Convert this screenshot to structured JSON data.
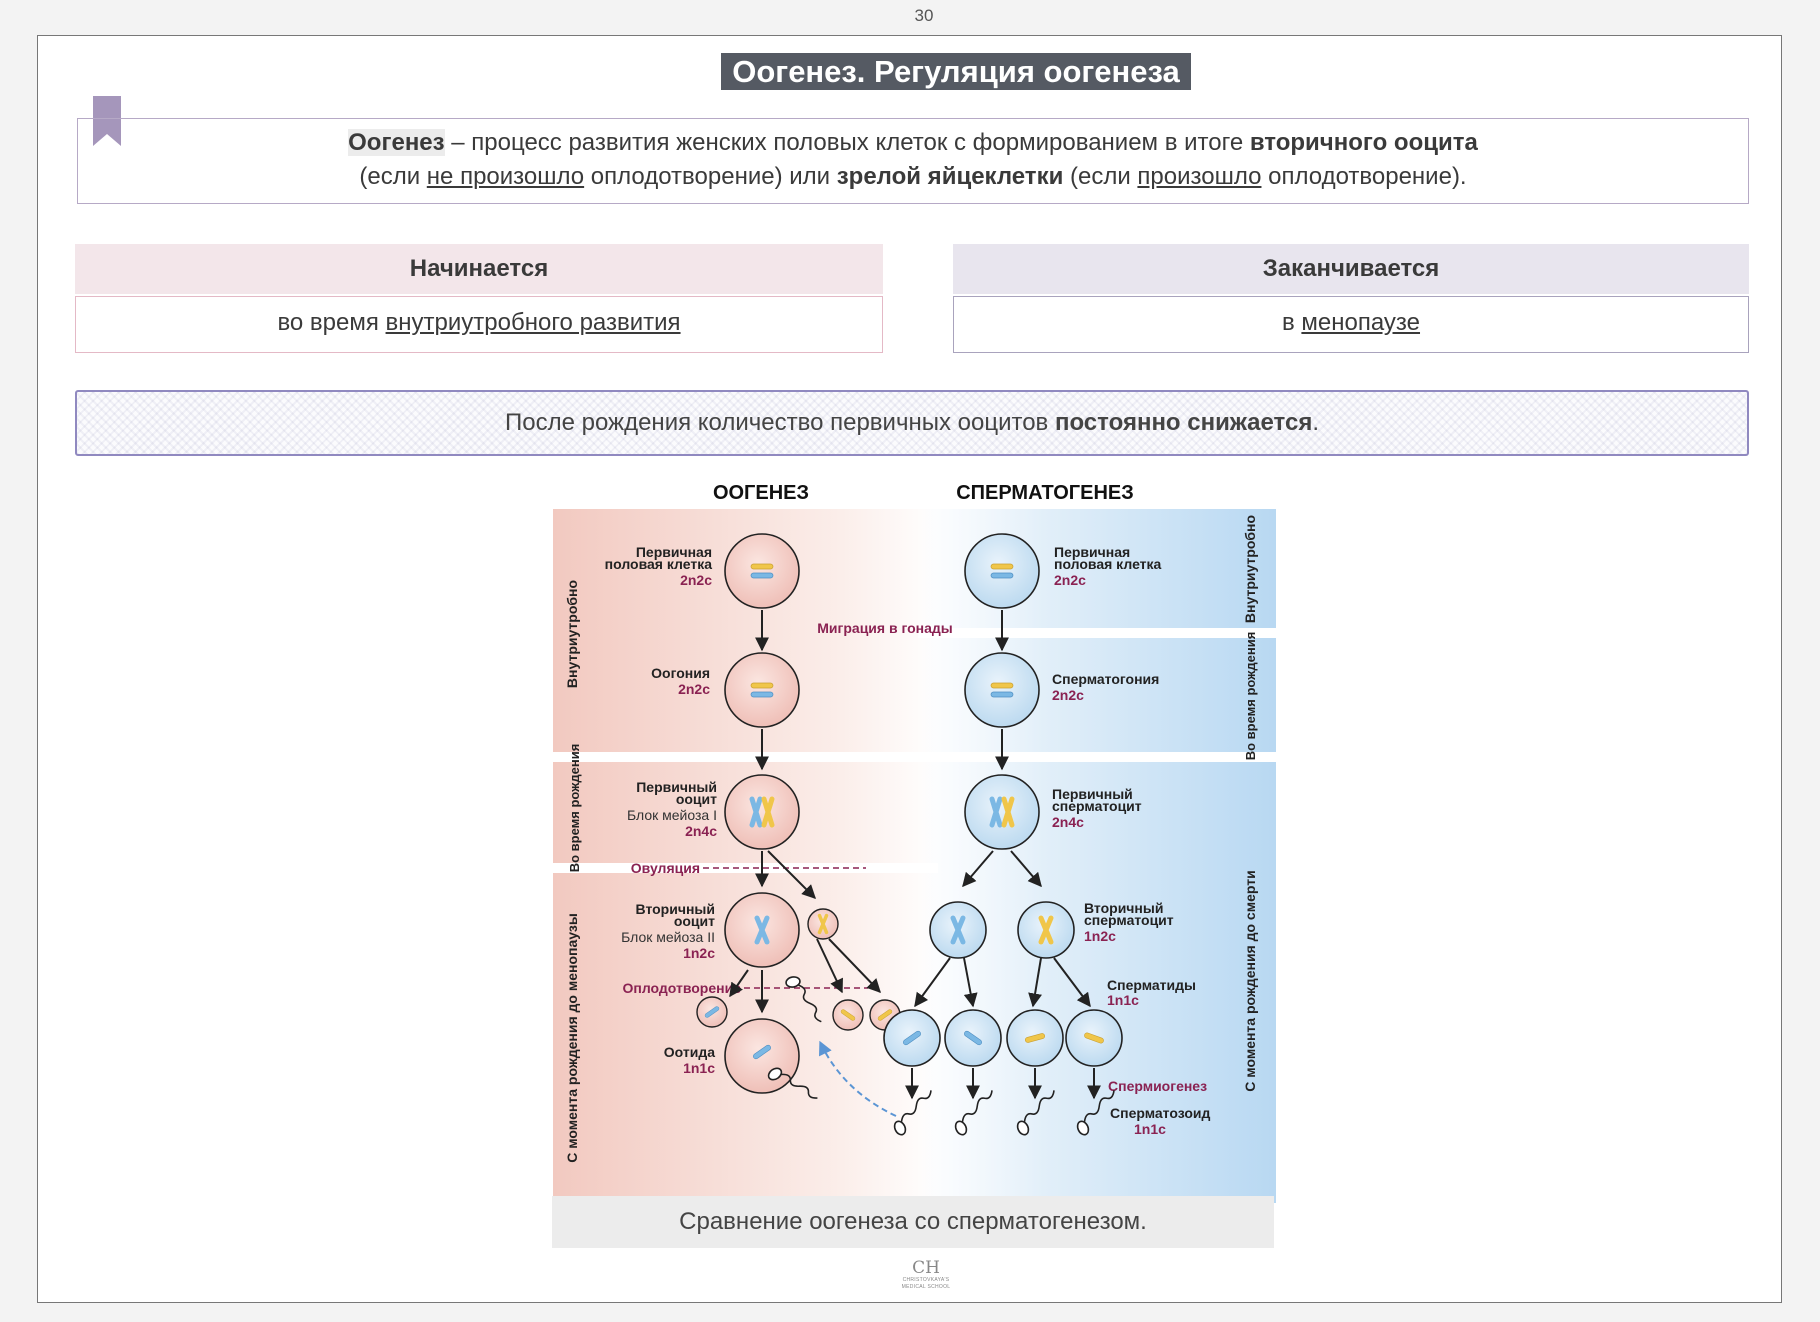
{
  "page_number": "30",
  "title": "Оогенез. Регуляция оогенеза",
  "definition": {
    "term": "Оогенез",
    "part1": " – процесс развития женских половых клеток с формированием в итоге ",
    "bold1": "вторичного ооцита",
    "part2": "(если ",
    "u1": "не произошло",
    "part3": " оплодотворение) или ",
    "bold2": "зрелой яйцеклетки",
    "part4": " (если ",
    "u2": "произошло",
    "part5": " оплодотворение)."
  },
  "starts": {
    "header": "Начинается",
    "prefix": "во время ",
    "underlined": "внутриутробного развития"
  },
  "ends": {
    "header": "Заканчивается",
    "prefix": "в ",
    "underlined": "менопаузе"
  },
  "note": {
    "text": "После рождения количество первичных ооцитов ",
    "bold": "постоянно снижается",
    "end": "."
  },
  "diagram": {
    "heading_left": "ООГЕНЕЗ",
    "heading_right": "СПЕРМАТОГЕНЕЗ",
    "left_periods": [
      "Внутриутробно",
      "Во время рождения",
      "С момента рождения до менопаузы"
    ],
    "right_periods": [
      "Внутриутробно",
      "Во время рождения",
      "С момента рождения до смерти"
    ],
    "migration": "Миграция в гонады",
    "ovulation": "Овуляция",
    "fertilization": "Оплодотворение",
    "spermiogenesis": "Спермиогенез",
    "oo_primordial": [
      "Первичная",
      "половая клетка",
      "2n2c"
    ],
    "oo_oogonia": [
      "Оогония",
      "2n2c"
    ],
    "oo_primary": [
      "Первичный",
      "ооцит",
      "Блок мейоза I",
      "2n4c"
    ],
    "oo_secondary": [
      "Вторичный",
      "ооцит",
      "Блок мейоза II",
      "1n2c"
    ],
    "oo_ootid": [
      "Оотида",
      "1n1c"
    ],
    "sp_primordial": [
      "Первичная",
      "половая клетка",
      "2n2c"
    ],
    "sp_spermatogonia": [
      "Сперматогония",
      "2n2c"
    ],
    "sp_primary": [
      "Первичный",
      "сперматоцит",
      "2n4c"
    ],
    "sp_secondary": [
      "Вторичный",
      "сперматоцит",
      "1n2c"
    ],
    "sp_spermatids": [
      "Сперматиды",
      "1n1c"
    ],
    "sp_sperm": [
      "Сперматозоид",
      "1n1c"
    ],
    "colors": {
      "oogenesis_band": "#f2c9c0",
      "spermatogenesis_band": "#bfdcf4",
      "ploidy": "#8a2252",
      "chrom_yellow": "#f0c64a",
      "chrom_blue": "#7bb8e4"
    }
  },
  "caption": "Сравнение оогенеза со сперматогенезом.",
  "logo": {
    "monogram": "CH",
    "subtitle": "CHRISTOVKAYA'S MEDICAL SCHOOL"
  }
}
